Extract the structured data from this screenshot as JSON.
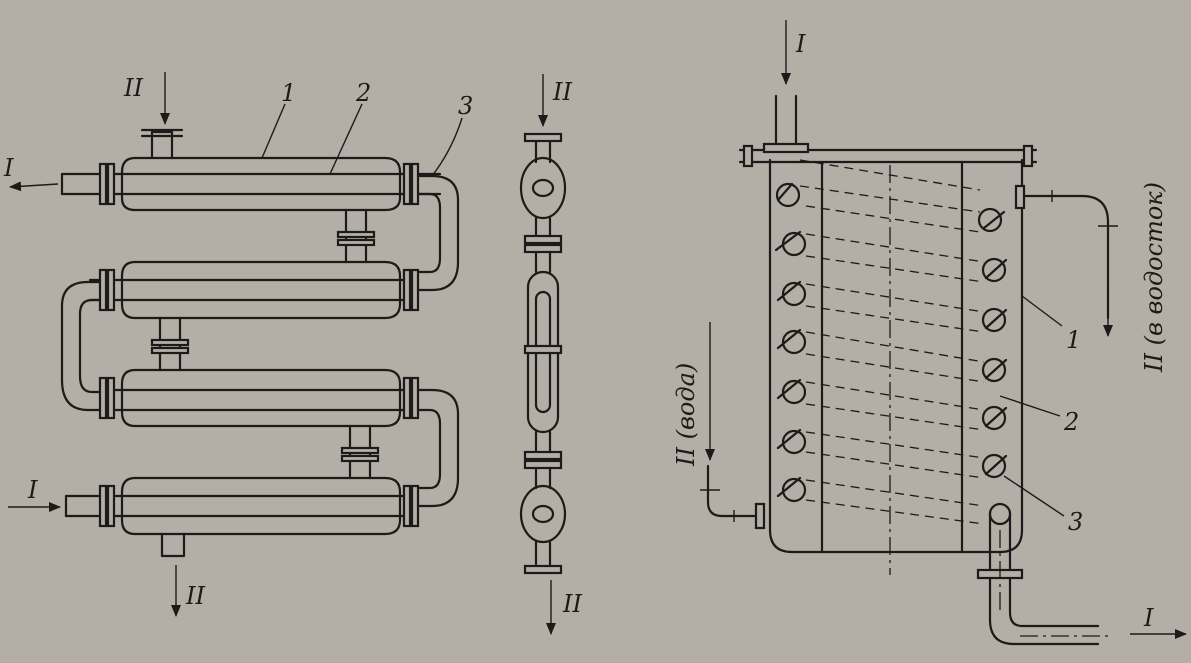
{
  "flow_labels": {
    "I": "I",
    "II": "II",
    "water_in": "II (вода)",
    "drain_out": "II (в водосток)"
  },
  "part_numbers": {
    "one": "1",
    "two": "2",
    "three": "3"
  },
  "colors": {
    "paper": "#b3aea6",
    "ink": "#1d1b19"
  }
}
